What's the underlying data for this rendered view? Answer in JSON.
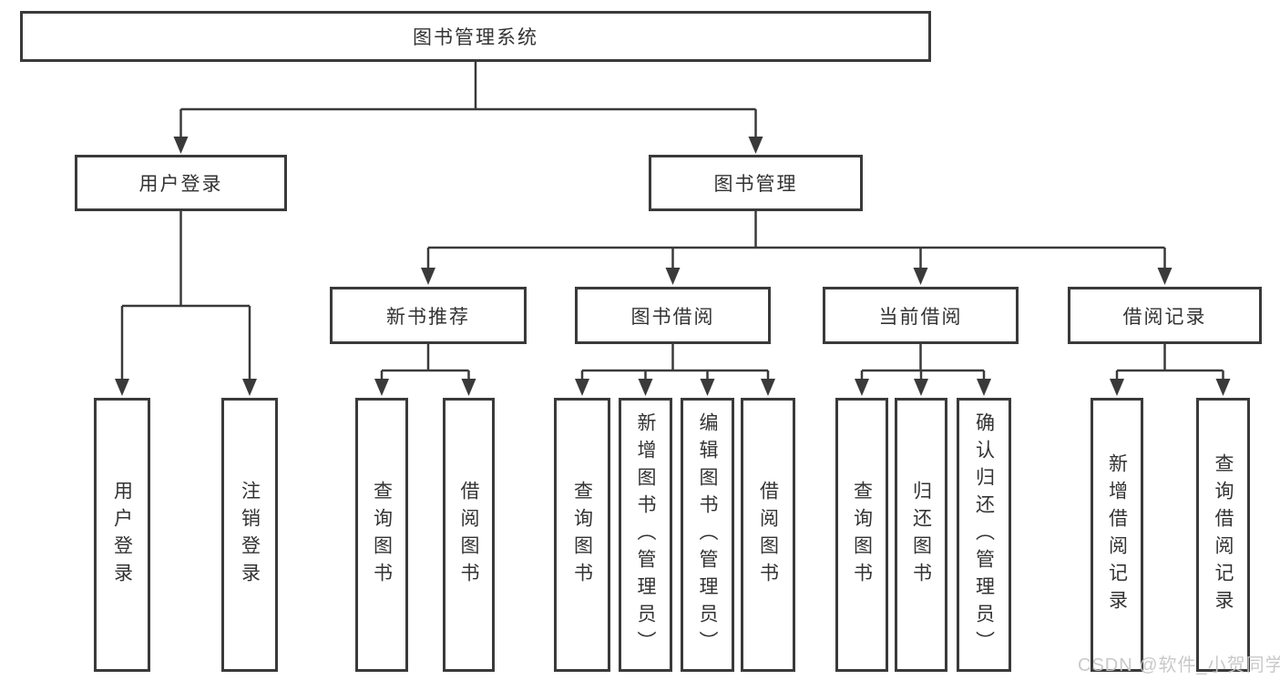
{
  "tree": {
    "root": {
      "label": "图书管理系统"
    },
    "branches": [
      {
        "label": "用户登录",
        "leaves": [
          "用户登录",
          "注销登录"
        ]
      },
      {
        "label": "图书管理",
        "groups": [
          {
            "label": "新书推荐",
            "leaves": [
              "查询图书",
              "借阅图书"
            ]
          },
          {
            "label": "图书借阅",
            "leaves": [
              "查询图书",
              "新增图书（管理员）",
              "编辑图书（管理员）",
              "借阅图书"
            ]
          },
          {
            "label": "当前借阅",
            "leaves": [
              "查询图书",
              "归还图书",
              "确认归还（管理员）"
            ]
          },
          {
            "label": "借阅记录",
            "leaves": [
              "新增借阅记录",
              "查询借阅记录"
            ]
          }
        ]
      }
    ]
  },
  "watermark": "CSDN @软件_小贺同学",
  "colors": {
    "line": "#3a3a3a",
    "text": "#333333",
    "background": "#ffffff",
    "watermark": "#c6c6c6"
  }
}
